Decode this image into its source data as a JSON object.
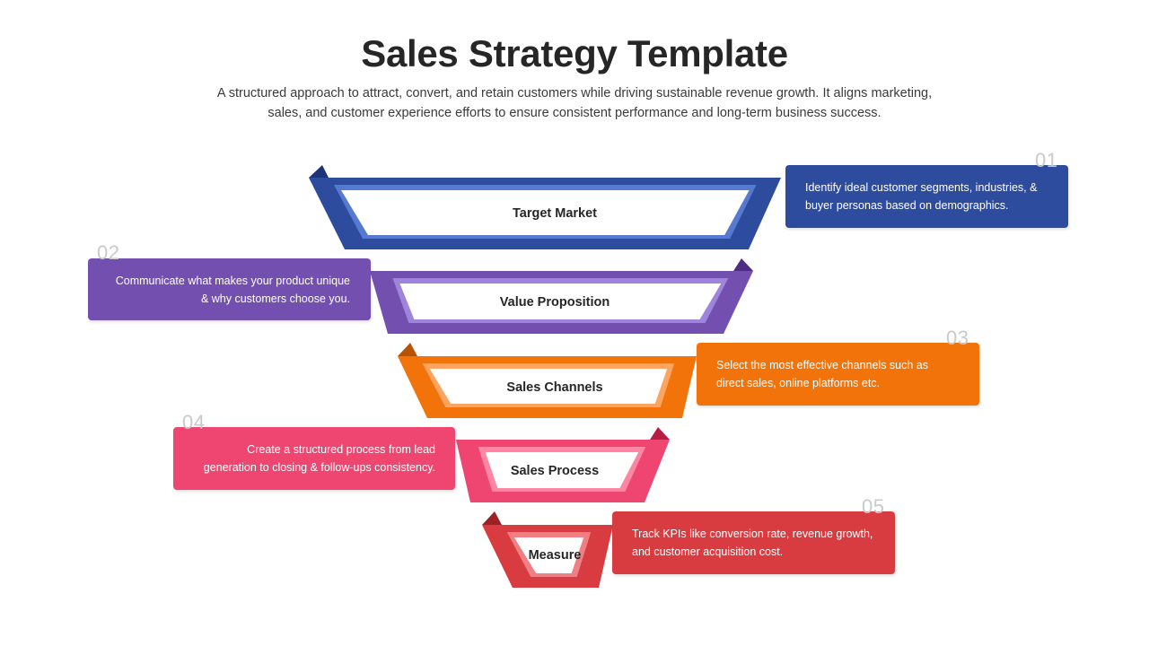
{
  "title": "Sales Strategy Template",
  "subtitle": "A structured approach to attract, convert, and retain customers while driving sustainable revenue growth. It aligns marketing, sales, and customer experience efforts to ensure consistent performance and long-term business success.",
  "stages": [
    {
      "number": "01",
      "label": "Target Market",
      "description": "Identify ideal customer segments, industries, & buyer personas based on demographics.",
      "color": "#2e4c9e",
      "dark": "#1f3478",
      "light": "#5b7fd6"
    },
    {
      "number": "02",
      "label": "Value Proposition",
      "description": "Communicate what makes your product unique & why customers choose you.",
      "color": "#7350b0",
      "dark": "#4d2e84",
      "light": "#a48ae0"
    },
    {
      "number": "03",
      "label": "Sales Channels",
      "description": "Select the most effective channels such as direct sales, online platforms etc.",
      "color": "#f2730a",
      "dark": "#b85204",
      "light": "#ffaa6a"
    },
    {
      "number": "04",
      "label": "Sales Process",
      "description": "Create a structured process from lead generation to closing & follow-ups consistency.",
      "color": "#ee4670",
      "dark": "#b71e47",
      "light": "#ff8ca8"
    },
    {
      "number": "05",
      "label": "Measure",
      "description": "Track KPIs like conversion rate, revenue growth, and customer acquisition cost.",
      "color": "#d83c41",
      "dark": "#9e2126",
      "light": "#f2868a"
    }
  ]
}
